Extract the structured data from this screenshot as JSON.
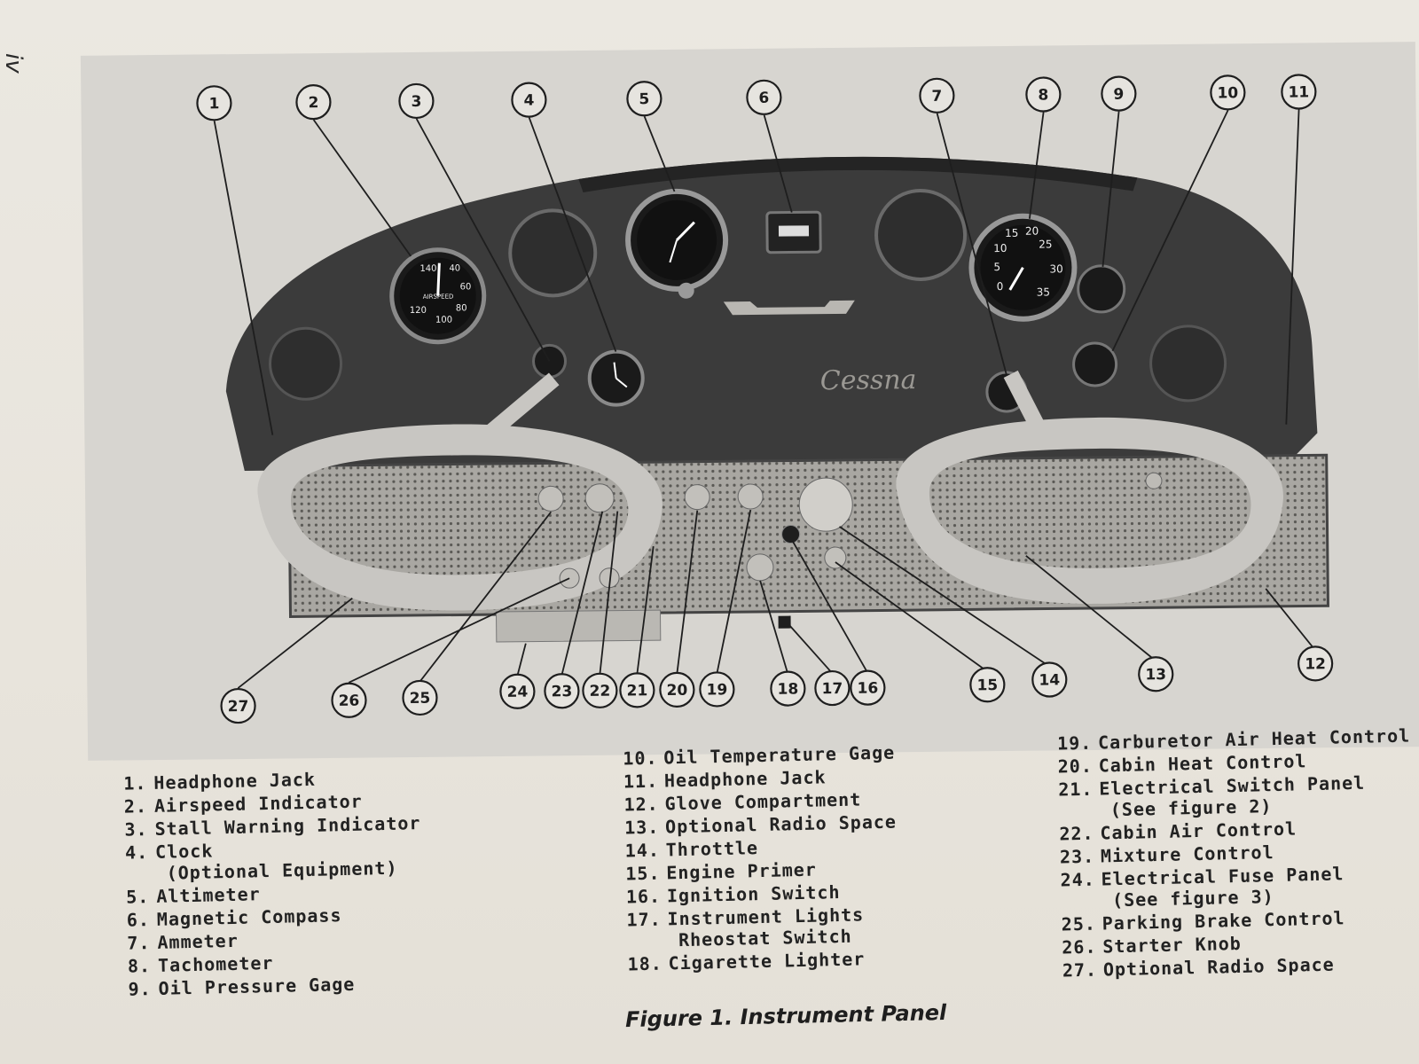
{
  "page": {
    "number": "iv"
  },
  "caption": "Figure 1. Instrument Panel",
  "photo": {
    "brand": "Cessna",
    "airspeed_ticks": [
      "140",
      "40",
      "60",
      "80",
      "100",
      "120"
    ],
    "airspeed_label": "AIRSPEED",
    "tach_ticks": [
      "15",
      "20",
      "10",
      "25",
      "5",
      "30",
      "0",
      "35"
    ],
    "markers": [
      "1",
      "2",
      "3",
      "4",
      "5",
      "6",
      "7",
      "8",
      "9",
      "10",
      "11",
      "12",
      "13",
      "14",
      "15",
      "16",
      "17",
      "18",
      "19",
      "20",
      "21",
      "22",
      "23",
      "24",
      "25",
      "26",
      "27"
    ]
  },
  "legend": {
    "col1": [
      {
        "num": "1.",
        "label": "Headphone Jack"
      },
      {
        "num": "2.",
        "label": "Airspeed Indicator"
      },
      {
        "num": "3.",
        "label": "Stall Warning Indicator"
      },
      {
        "num": "4.",
        "label": "Clock",
        "sub": "(Optional Equipment)"
      },
      {
        "num": "5.",
        "label": "Altimeter"
      },
      {
        "num": "6.",
        "label": "Magnetic Compass"
      },
      {
        "num": "7.",
        "label": "Ammeter"
      },
      {
        "num": "8.",
        "label": "Tachometer"
      },
      {
        "num": "9.",
        "label": "Oil Pressure Gage"
      }
    ],
    "col2": [
      {
        "num": "10.",
        "label": "Oil Temperature Gage"
      },
      {
        "num": "11.",
        "label": "Headphone Jack"
      },
      {
        "num": "12.",
        "label": "Glove Compartment"
      },
      {
        "num": "13.",
        "label": "Optional Radio Space"
      },
      {
        "num": "14.",
        "label": "Throttle"
      },
      {
        "num": "15.",
        "label": "Engine Primer"
      },
      {
        "num": "16.",
        "label": "Ignition Switch"
      },
      {
        "num": "17.",
        "label": "Instrument Lights",
        "sub": "Rheostat Switch"
      },
      {
        "num": "18.",
        "label": "Cigarette Lighter"
      }
    ],
    "col3": [
      {
        "num": "19.",
        "label": "Carburetor Air Heat Control"
      },
      {
        "num": "20.",
        "label": "Cabin Heat Control"
      },
      {
        "num": "21.",
        "label": "Electrical Switch Panel",
        "sub": "(See figure 2)"
      },
      {
        "num": "22.",
        "label": "Cabin Air Control"
      },
      {
        "num": "23.",
        "label": "Mixture Control"
      },
      {
        "num": "24.",
        "label": "Electrical Fuse Panel",
        "sub": "(See figure 3)"
      },
      {
        "num": "25.",
        "label": "Parking Brake Control"
      },
      {
        "num": "26.",
        "label": "Starter Knob"
      },
      {
        "num": "27.",
        "label": "Optional Radio Space"
      }
    ]
  },
  "colors": {
    "paper": "#e9e5dd",
    "ink": "#1e1e1e",
    "panel": "#3a3a3a",
    "yoke": "#c8c6c2"
  }
}
